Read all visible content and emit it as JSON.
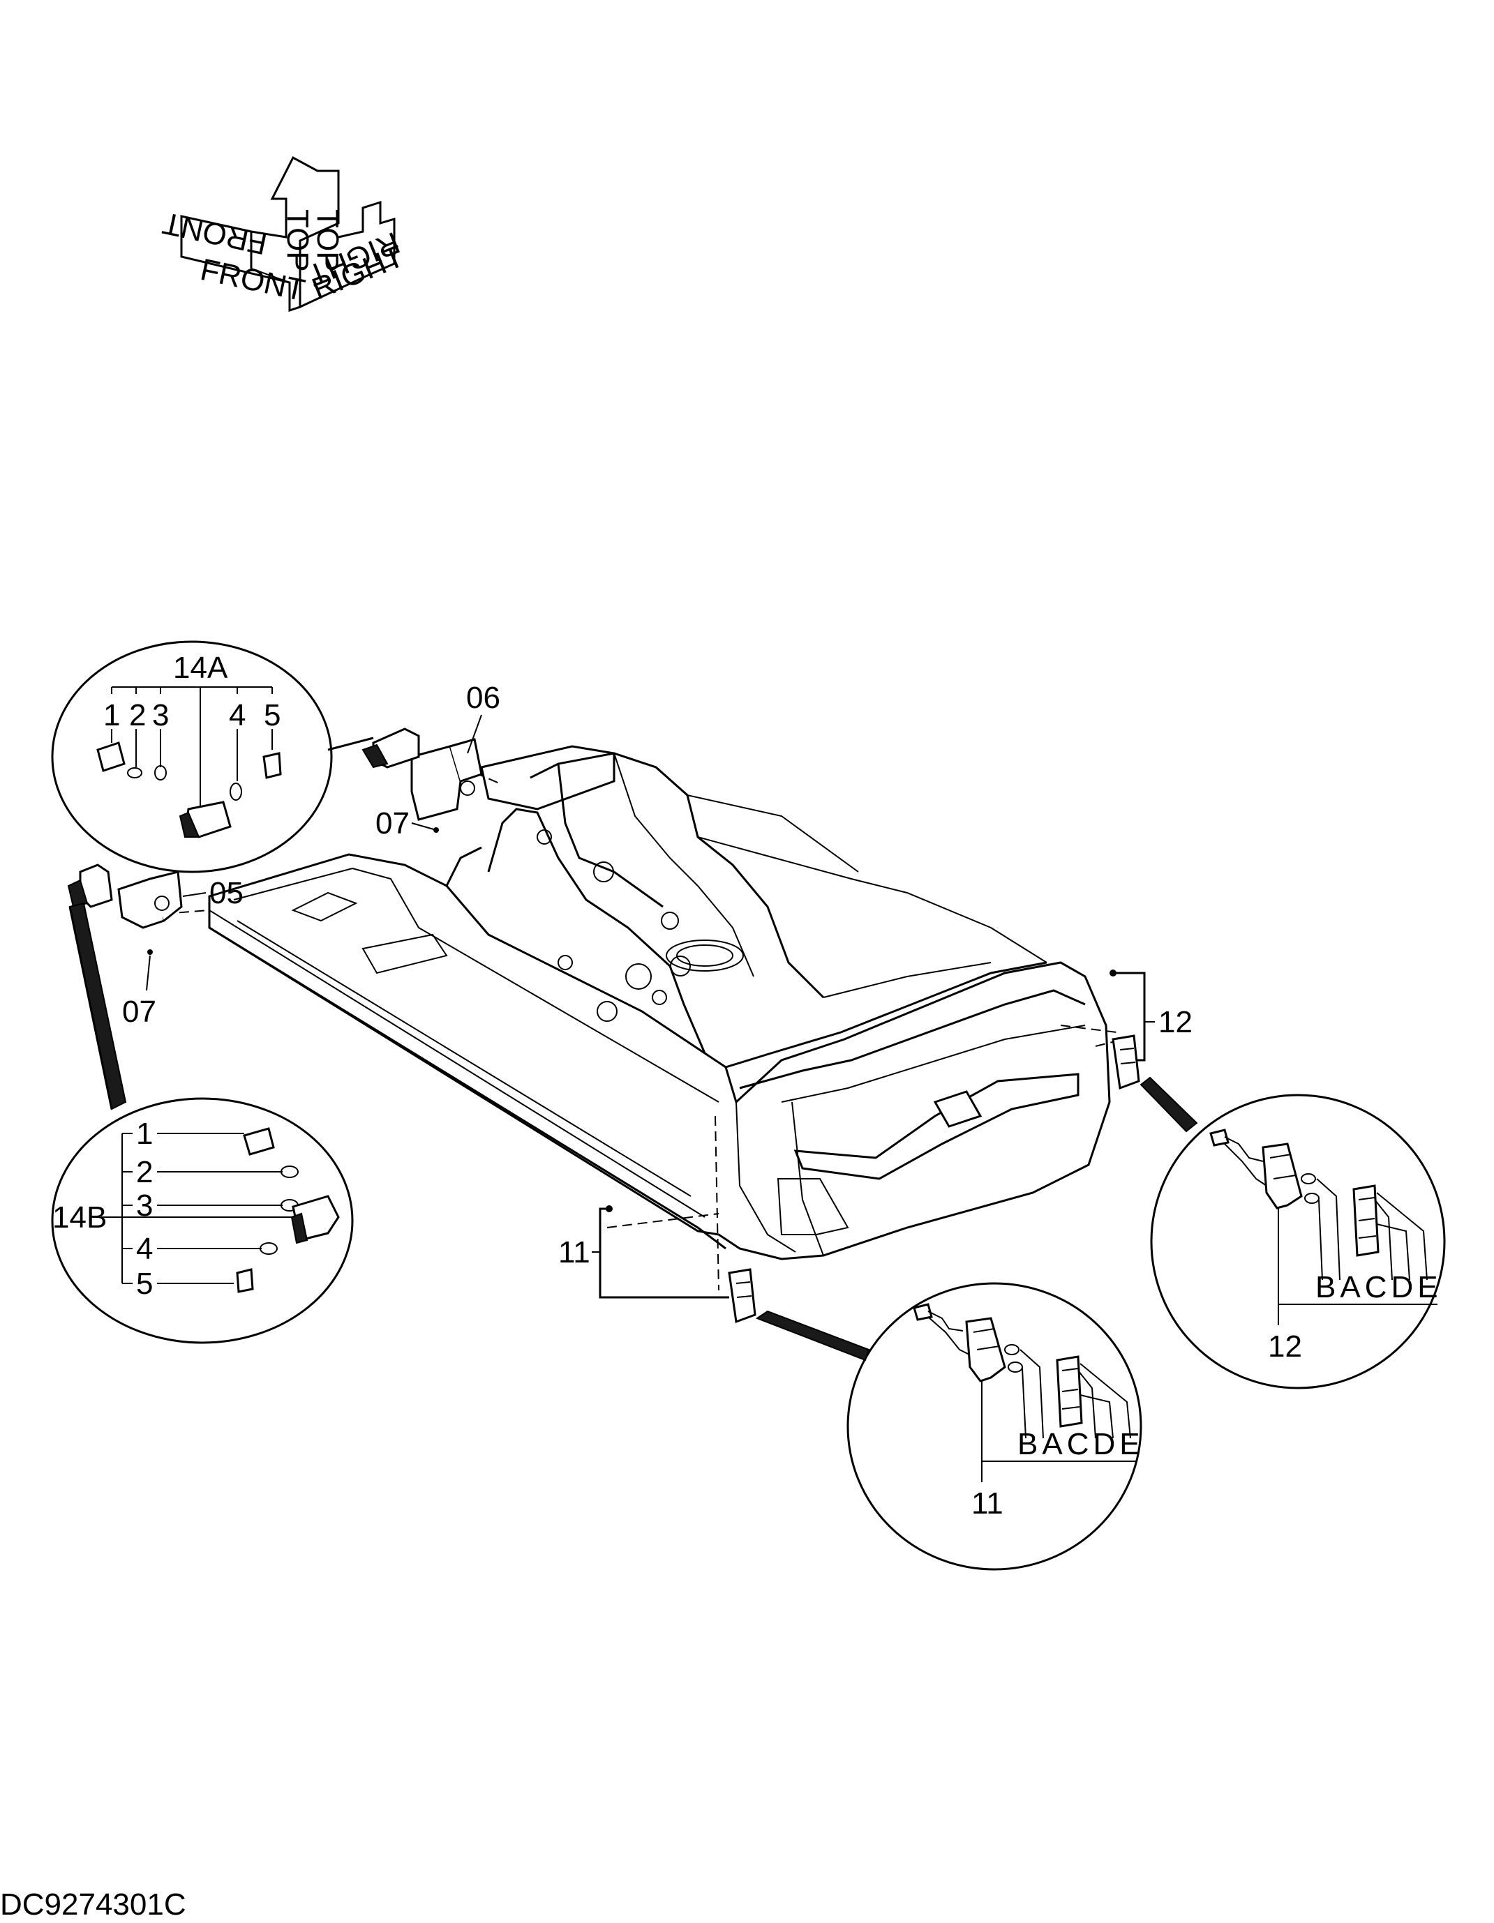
{
  "drawing_code": "DC9274301C",
  "orientation": {
    "front": "FRONT",
    "top": "TOP",
    "right": "RIGHT",
    "front_mirror": "FRONT",
    "top_mirror": "TOP",
    "right_mirror": "RIGHT"
  },
  "callouts": {
    "c05": "05",
    "c06": "06",
    "c07a": "07",
    "c07b": "07",
    "c11": "11",
    "c12": "12"
  },
  "detail_14a": {
    "title": "14A",
    "items": [
      "1",
      "2",
      "3",
      "4",
      "5"
    ]
  },
  "detail_14b": {
    "title": "14B",
    "items": [
      "1",
      "2",
      "3",
      "4",
      "5"
    ]
  },
  "detail_11": {
    "title": "11",
    "letters": "BACDE"
  },
  "detail_12": {
    "title": "12",
    "letters": "BACDE"
  }
}
